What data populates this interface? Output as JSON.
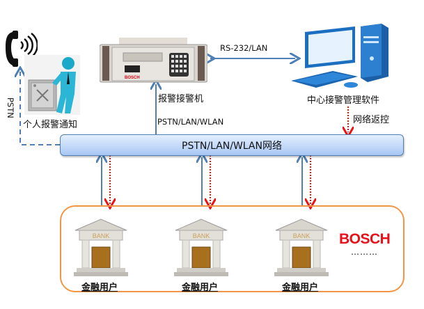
{
  "nodes": {
    "phone": {
      "icon": "phone-icon"
    },
    "personal_alert": {
      "label": "个人报警通知",
      "icon": "person-safe-icon"
    },
    "receiver": {
      "label": "报警接警机",
      "icon": "alarm-receiver-icon",
      "brand": "BOSCH"
    },
    "center_software": {
      "label": "中心接警管理软件",
      "icon": "computer-icon"
    },
    "network": {
      "label": "PSTN/LAN/WLAN网络"
    },
    "banks": [
      {
        "label": "金融用户",
        "sign": "BANK"
      },
      {
        "label": "金融用户",
        "sign": "BANK"
      },
      {
        "label": "金融用户",
        "sign": "BANK"
      }
    ],
    "brand_logo": "BOSCH",
    "ellipsis": "………"
  },
  "links": {
    "receiver_to_center": "RS-232/LAN",
    "network_to_receiver": "PSTN/LAN/WLAN",
    "network_to_phone": "PSTN",
    "center_to_network": "网络返控"
  },
  "colors": {
    "blue_line": "#4f7fb6",
    "red_dotted": "#ee1111",
    "orange_border": "#f29646",
    "brand_red": "#e8101a"
  }
}
